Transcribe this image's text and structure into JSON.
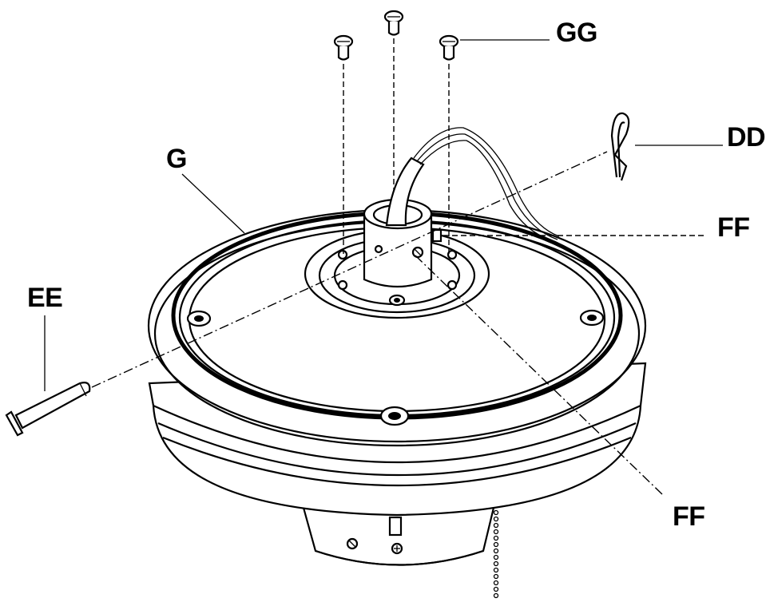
{
  "labels": {
    "gg": "GG",
    "dd": "DD",
    "ff_top": "FF",
    "g": "G",
    "ee": "EE",
    "ff_bottom": "FF"
  }
}
